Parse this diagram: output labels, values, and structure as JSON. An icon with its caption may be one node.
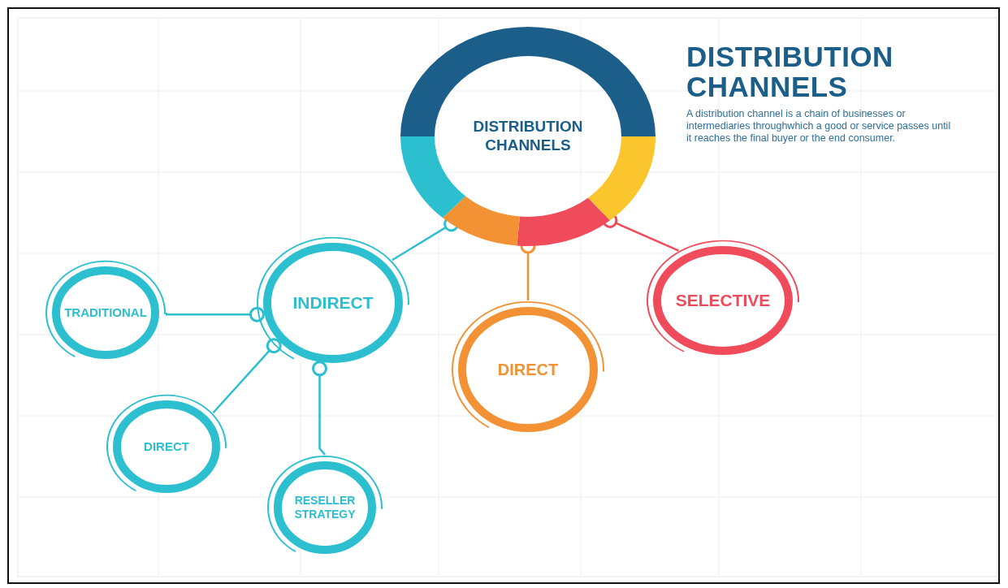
{
  "diagram": {
    "title": "DISTRIBUTION CHANNELS",
    "nodes": [
      {
        "text": [
          "DISTRIBUTION CHANNELS"
        ]
      },
      {
        "text": [
          "INDIRECT"
        ]
      },
      {
        "text": [
          "DIRECT"
        ]
      },
      {
        "text": [
          "SELECTIVE"
        ]
      },
      {
        "text": [
          "TRADITIONAL"
        ]
      },
      {
        "text": [
          "DIRECT"
        ]
      },
      {
        "text": [
          "RESELLER STRATEGY"
        ]
      }
    ],
    "edges": [
      {
        "from": 0,
        "to": 1,
        "arrow": "other"
      },
      {
        "from": 0,
        "to": 2,
        "arrow": "other",
        "color": "#f39234"
      },
      {
        "from": 0,
        "to": 3,
        "arrow": "other",
        "color": "#ef4b5a"
      },
      {
        "from": 1,
        "to": 4,
        "arrow": "other"
      },
      {
        "from": 1,
        "to": 5,
        "arrow": "other"
      },
      {
        "from": 1,
        "to": 6,
        "arrow": "other"
      }
    ],
    "labels": [
      "A distribution channel is a chain of businesses or intermediaries throughwhich a good or service passes until it reaches the final buyer or the end consumer."
    ]
  }
}
